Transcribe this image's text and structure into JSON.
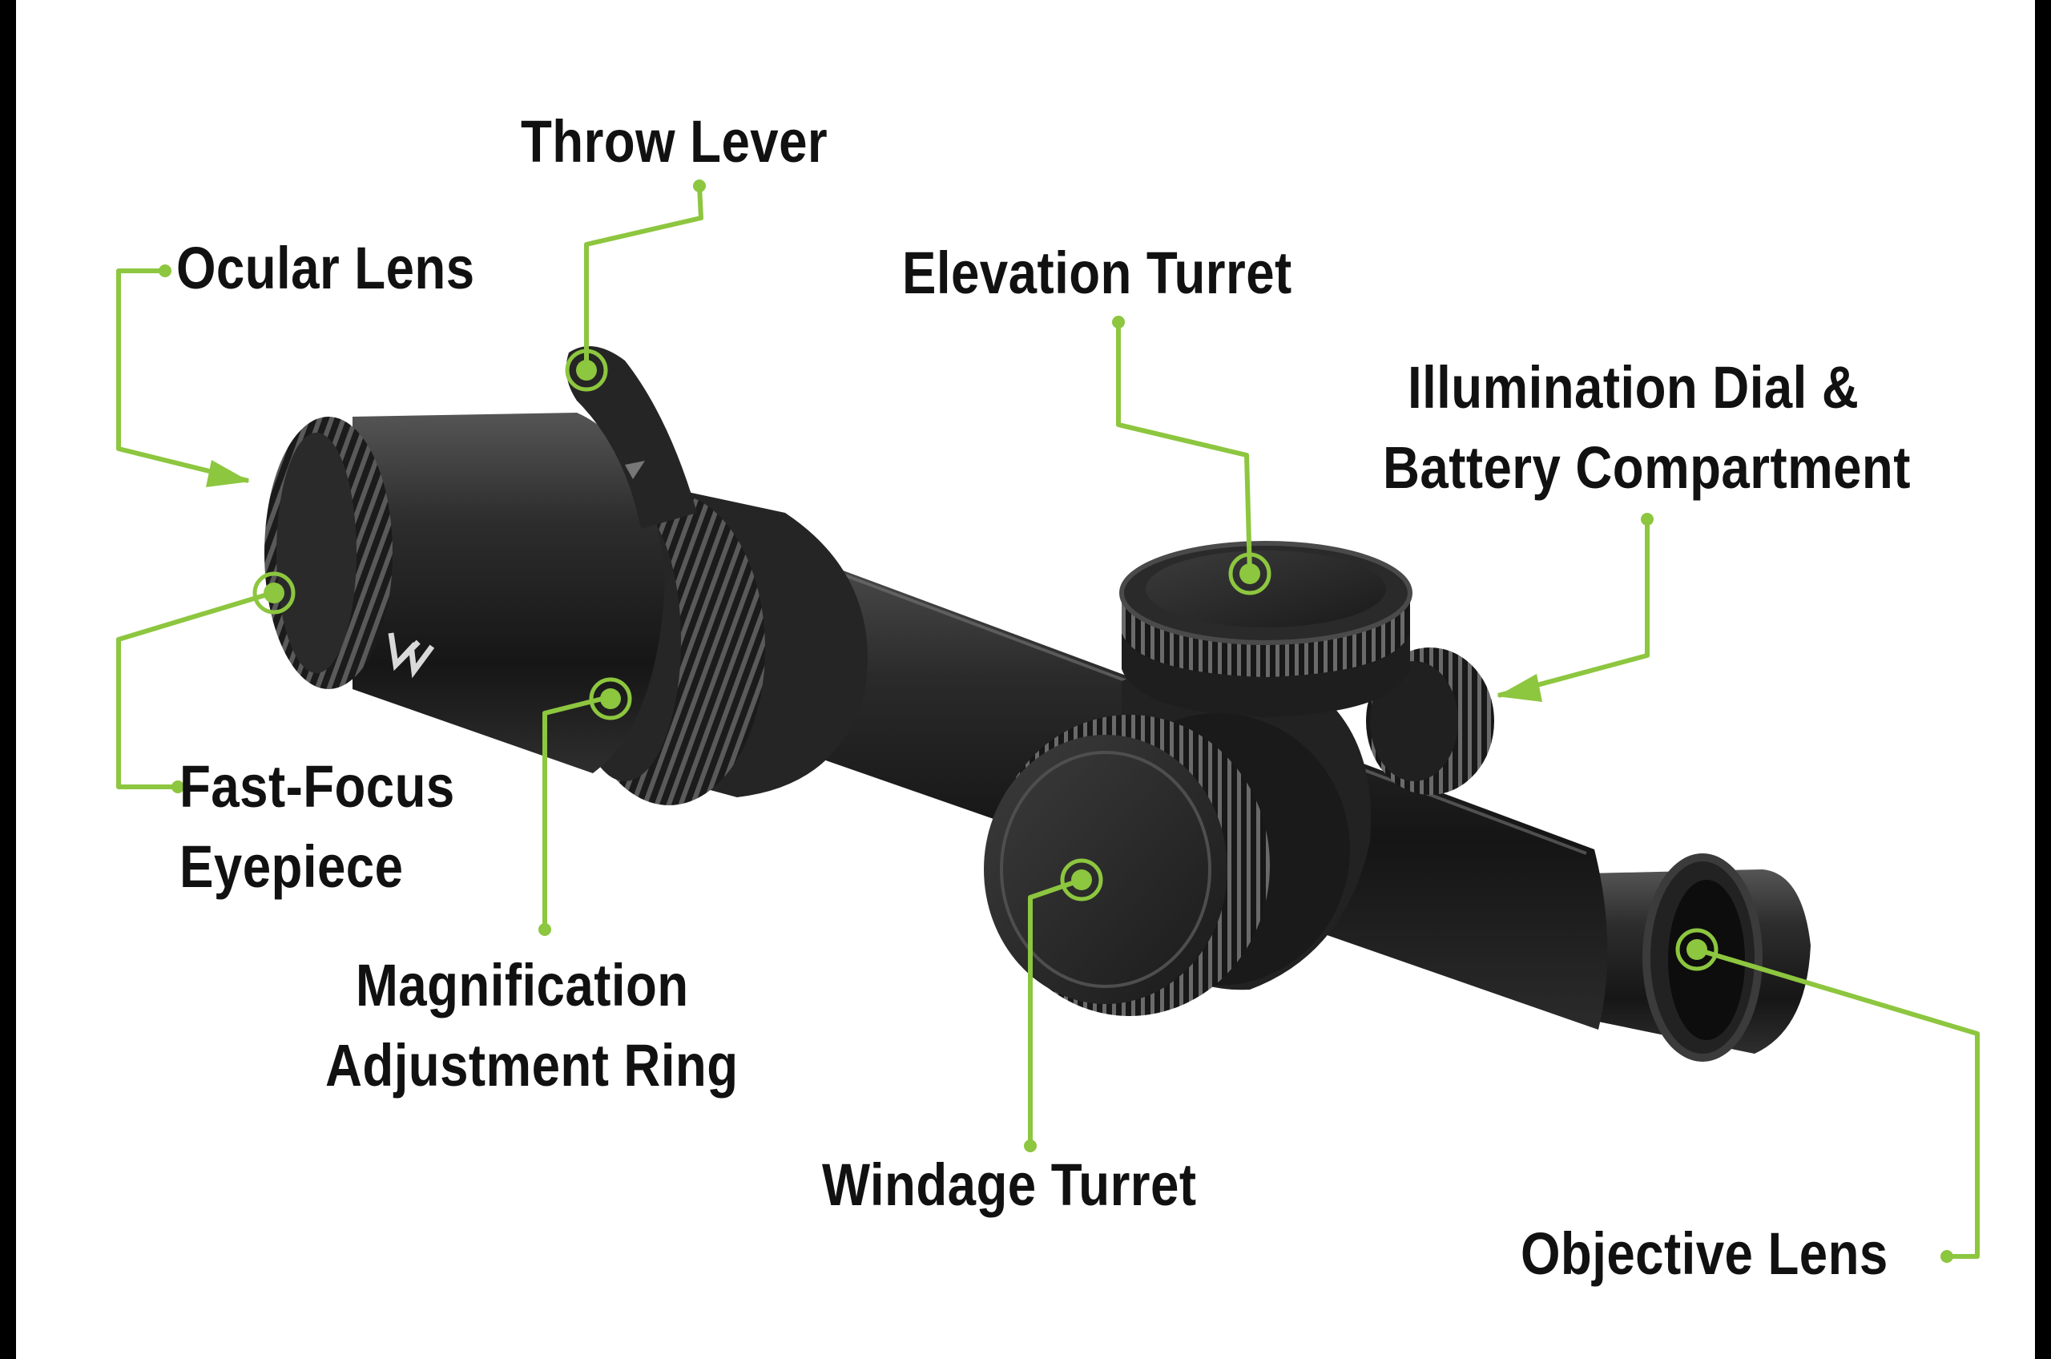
{
  "colors": {
    "accent": "#8dc63f",
    "scope_body": "#1c1c1c",
    "background": "#ffffff",
    "label_text": "#111111"
  },
  "brand_mark": "vortex-logo",
  "labels": {
    "throw_lever": "Throw Lever",
    "ocular_lens": "Ocular Lens",
    "elevation_turret": "Elevation Turret",
    "illumination_dial_line1": "Illumination Dial &",
    "illumination_dial_line2": "Battery Compartment",
    "fast_focus_line1": "Fast-Focus",
    "fast_focus_line2": "Eyepiece",
    "magnification_line1": "Magnification",
    "magnification_line2": "Adjustment Ring",
    "windage_turret": "Windage Turret",
    "objective_lens": "Objective Lens"
  }
}
